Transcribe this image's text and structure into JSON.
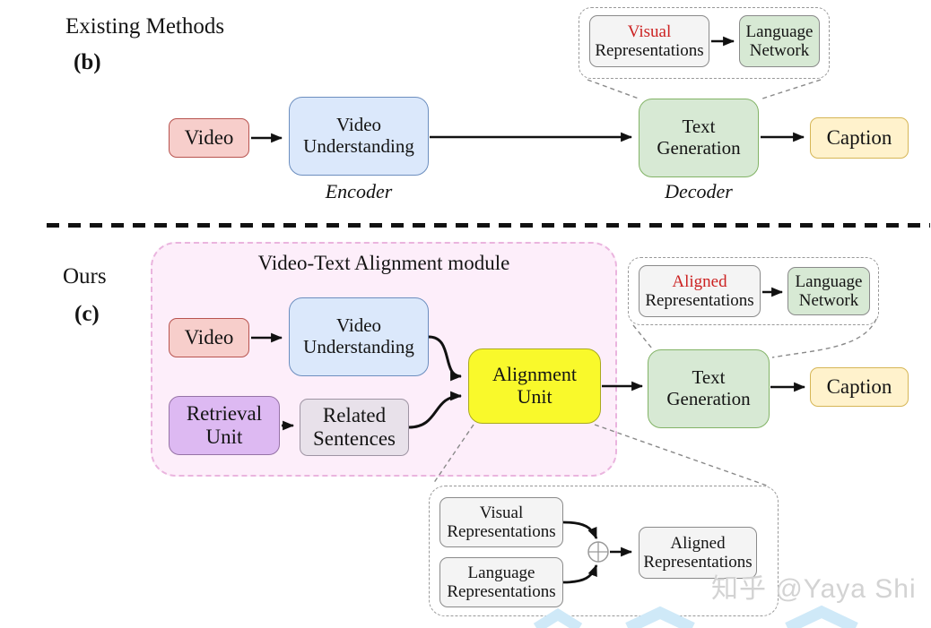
{
  "existing": {
    "label": "Existing Methods",
    "tag": "(b)",
    "callout": {
      "visual_representations": {
        "line1": "Visual",
        "line2": "Representations"
      },
      "language_network": {
        "line1": "Language",
        "line2": "Network"
      }
    },
    "video": "Video",
    "video_understanding": {
      "line1": "Video",
      "line2": "Understanding"
    },
    "encoder": "Encoder",
    "text_generation": {
      "line1": "Text",
      "line2": "Generation"
    },
    "decoder": "Decoder",
    "caption": "Caption"
  },
  "ours": {
    "label": "Ours",
    "tag": "(c)",
    "module_title": "Video-Text Alignment module",
    "video": "Video",
    "video_understanding": {
      "line1": "Video",
      "line2": "Understanding"
    },
    "retrieval_unit": {
      "line1": "Retrieval",
      "line2": "Unit"
    },
    "related_sentences": {
      "line1": "Related",
      "line2": "Sentences"
    },
    "alignment_unit": {
      "line1": "Alignment",
      "line2": "Unit"
    },
    "text_generation": {
      "line1": "Text",
      "line2": "Generation"
    },
    "caption": "Caption",
    "callout": {
      "aligned_representations": {
        "line1": "Aligned",
        "line2": "Representations"
      },
      "language_network": {
        "line1": "Language",
        "line2": "Network"
      }
    },
    "detail": {
      "visual_representations": {
        "line1": "Visual",
        "line2": "Representations"
      },
      "language_representations": {
        "line1": "Language",
        "line2": "Representations"
      },
      "aligned_representations": {
        "line1": "Aligned",
        "line2": "Representations"
      }
    }
  },
  "watermark": {
    "text": "知乎 @Yaya Shi"
  },
  "colors": {
    "video_fill": "#f7cecb",
    "video_border": "#b85450",
    "understanding_fill": "#dbe8fb",
    "understanding_border": "#6c8ebf",
    "generation_fill": "#d7e9d4",
    "generation_border": "#82b366",
    "caption_fill": "#fff2cc",
    "caption_border": "#d6b656",
    "retrieval_fill": "#ddb9f2",
    "retrieval_border": "#9673a6",
    "related_fill": "#e8e1ea",
    "related_border": "#9e94a3",
    "alignment_fill": "#f9f92b",
    "alignment_border": "#a9a920",
    "module_fill": "#fdeefa",
    "module_border": "#eab4de",
    "representation_fill": "#f4f4f4",
    "representation_border": "#8a8a8a",
    "highlight_red": "#cc2222"
  }
}
